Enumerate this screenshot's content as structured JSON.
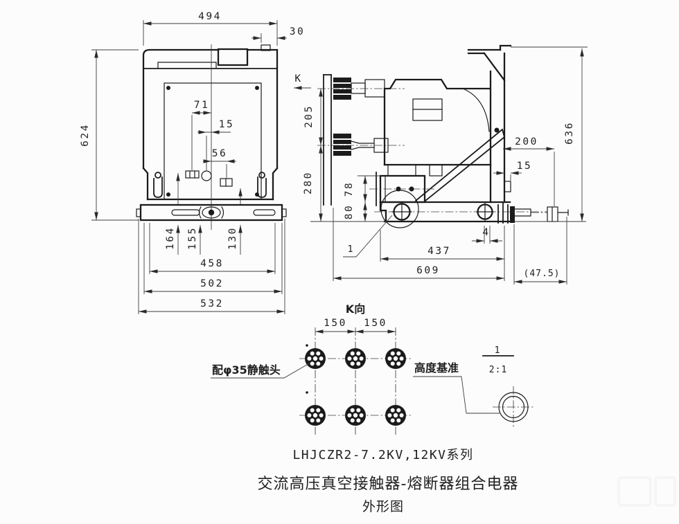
{
  "drawing": {
    "background": "#fcfcfc",
    "line_color": "#1b1b1b",
    "front_view": {
      "width": "494",
      "tab_offset": "30",
      "height": "624",
      "hole_offset_a": "71",
      "hole_offset_b": "15",
      "hole_offset_c": "56",
      "slot_a": "164",
      "slot_b": "155",
      "slot_c": "130",
      "width_inner": "458",
      "width_mid": "502",
      "width_outer": "532"
    },
    "side_view": {
      "view_arrow_label": "K",
      "terminal_spacing": "205",
      "lower_height": "280",
      "block_height": "78",
      "block_base": "80",
      "rail_offset": "200",
      "latch_offset": "15",
      "total_height": "636",
      "gap": "4",
      "roller_span": "437",
      "base_length": "609",
      "handle_ref": "(47.5)",
      "detail_callout": "1"
    },
    "bottom_view": {
      "view_label": "K向",
      "pitch_left": "150",
      "pitch_right": "150",
      "contact_note": "配φ35静触头",
      "datum_note": "高度基准"
    },
    "detail_view": {
      "callout": "1",
      "scale": "2:1"
    },
    "title_block": {
      "series": "LHJCZR2-7.2KV,12KV系列",
      "product": "交流高压真空接触器-熔断器组合电器",
      "drawing_type": "外形图"
    }
  }
}
